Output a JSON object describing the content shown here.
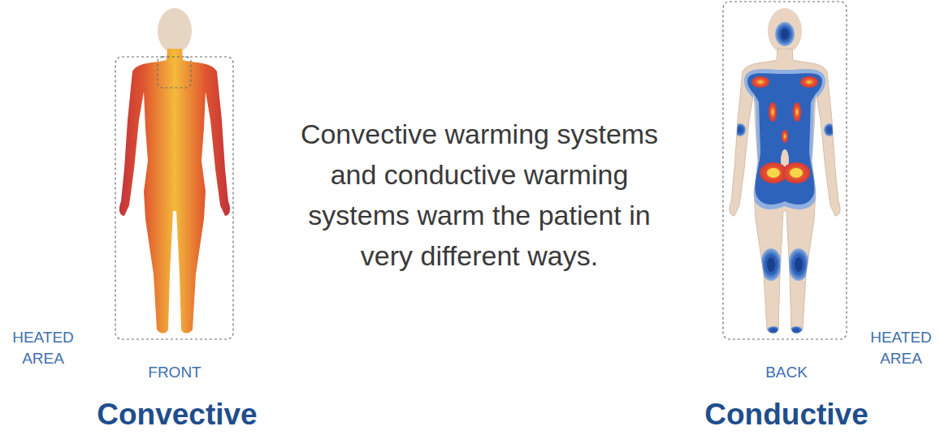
{
  "diagram": {
    "labels": [
      "Convective warming systems and conductive warming systems warm the patient in very different ways.",
      "HEATED AREA",
      "FRONT",
      "Convective",
      "BACK",
      "HEATED AREA",
      "Conductive"
    ]
  }
}
